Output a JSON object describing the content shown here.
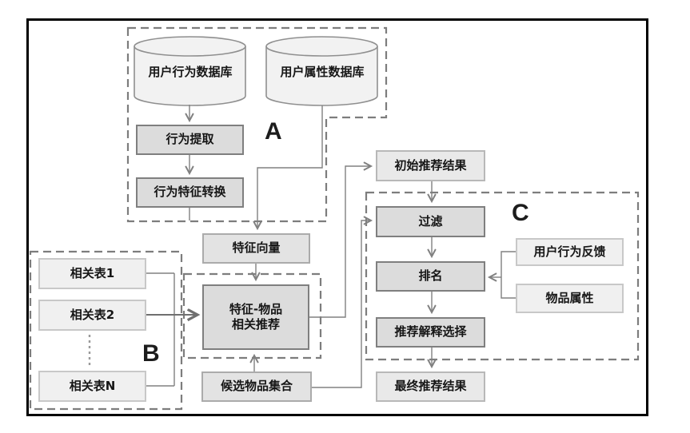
{
  "groups": {
    "a": "A",
    "b": "B",
    "c": "C"
  },
  "nodes": {
    "user_behavior_db": "用户行为数据库",
    "user_attr_db": "用户属性数据库",
    "behavior_extract": "行为提取",
    "behavior_feature_convert": "行为特征转换",
    "feature_vector": "特征向量",
    "related_table_1": "相关表1",
    "related_table_2": "相关表2",
    "related_table_n": "相关表N",
    "feature_item_line1": "特征-物品",
    "feature_item_line2": "相关推荐",
    "candidate_items": "候选物品集合",
    "initial_result": "初始推荐结果",
    "filter": "过滤",
    "ranking": "排名",
    "explanation_select": "推荐解释选择",
    "final_result": "最终推荐结果",
    "user_feedback": "用户行为反馈",
    "item_attrs": "物品属性"
  },
  "colors": {
    "process_fill": "#dcdcdc",
    "process_border": "#7f7f7f",
    "medium_fill": "#e3e3e3",
    "medium_border": "#ababab",
    "result_fill": "#e9e9e9",
    "result_border": "#b8b8b8",
    "light_fill": "#f0f0f0",
    "light_border": "#c8c8c8",
    "cylinder_fill": "#f2f2f2",
    "cylinder_stroke": "#8f8f8f",
    "connector": "#808080",
    "dashed_border": "#7d7d7d",
    "frame": "#000000"
  }
}
